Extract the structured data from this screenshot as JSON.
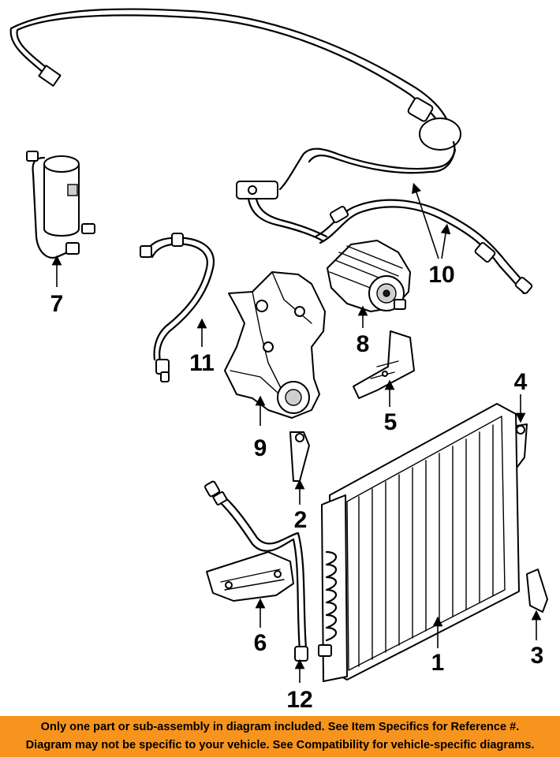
{
  "diagram": {
    "callouts": [
      "1",
      "2",
      "3",
      "4",
      "5",
      "6",
      "7",
      "8",
      "9",
      "10",
      "11",
      "12"
    ]
  },
  "banner": {
    "line1": "Only one part or sub-assembly in diagram included. See Item Specifics for Reference #.",
    "line2": "Diagram may not be specific to your vehicle. See Compatibility for vehicle-specific diagrams.",
    "color": "#f7941d"
  }
}
